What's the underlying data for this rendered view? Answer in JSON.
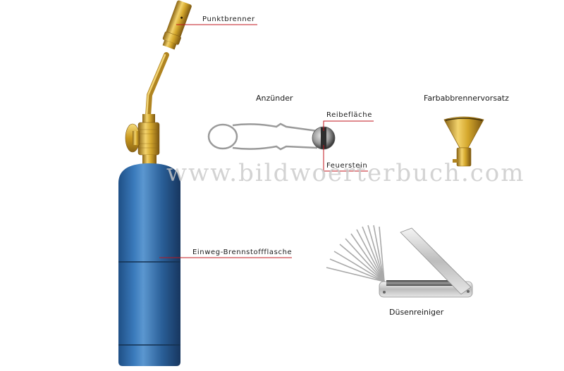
{
  "diagram": {
    "watermark": "www.bildwoerterbuch.com",
    "accent_line_color": "#c0141c",
    "items": {
      "torch": {
        "nozzle_label": "Punktbrenner",
        "cylinder_label": "Einweg-Brennstoffflasche"
      },
      "igniter": {
        "title": "Anzünder",
        "parts": [
          "Reibefläche",
          "Feuerstein"
        ]
      },
      "flame_spreader": {
        "title": "Farbabbrennervorsatz"
      },
      "tip_cleaner": {
        "title": "Düsenreiniger"
      }
    },
    "colors": {
      "brass": "#d4a72c",
      "cylinder_blue": "#2f67a3",
      "steel": "#c8c8c8"
    }
  }
}
